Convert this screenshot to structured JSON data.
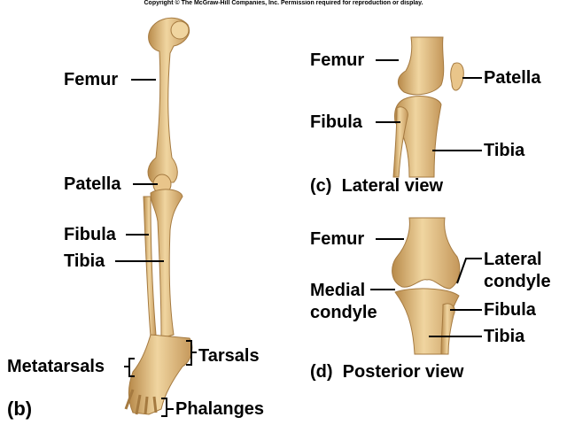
{
  "copyright": "Copyright © The McGraw-Hill Companies, Inc. Permission required for reproduction or display.",
  "panel_b": {
    "tag": "(b)",
    "labels": {
      "femur": "Femur",
      "patella": "Patella",
      "fibula": "Fibula",
      "tibia": "Tibia",
      "tarsals": "Tarsals",
      "metatarsals": "Metatarsals",
      "phalanges": "Phalanges"
    }
  },
  "panel_c": {
    "tag": "(c)",
    "title": "Lateral view",
    "labels": {
      "femur": "Femur",
      "patella": "Patella",
      "fibula": "Fibula",
      "tibia": "Tibia"
    }
  },
  "panel_d": {
    "tag": "(d)",
    "title": "Posterior view",
    "labels": {
      "femur": "Femur",
      "lateral_condyle_1": "Lateral",
      "lateral_condyle_2": "condyle",
      "medial_condyle_1": "Medial",
      "medial_condyle_2": "condyle",
      "fibula": "Fibula",
      "tibia": "Tibia"
    }
  },
  "colors": {
    "bone": "#e2bb7c",
    "bone_dark": "#b88a4a",
    "bone_light": "#f3dcae"
  }
}
